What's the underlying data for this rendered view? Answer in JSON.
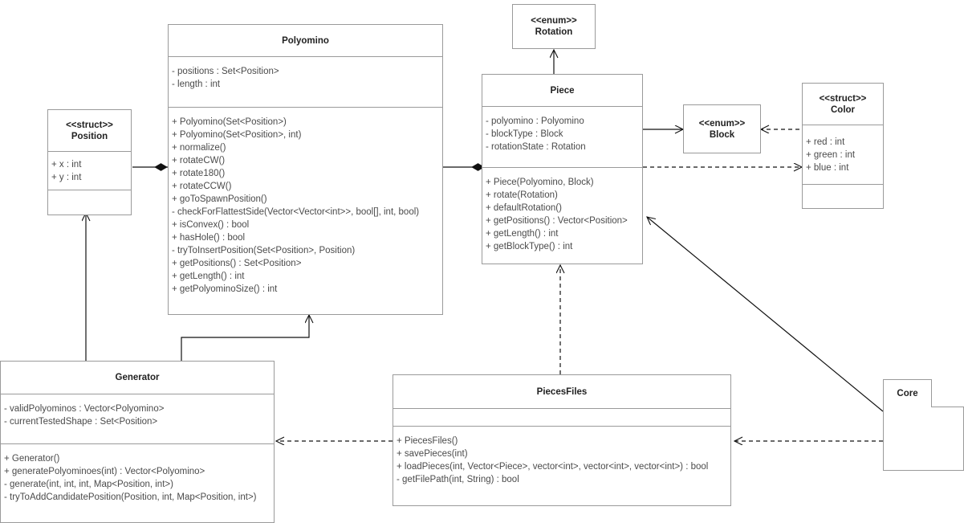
{
  "diagram": {
    "type": "uml-class-diagram",
    "background": "#ffffff",
    "border_color": "#9a9a9a",
    "text_color": "#4a4a4a",
    "title_color": "#222222"
  },
  "nodes": {
    "position": {
      "stereotype": "<<struct>>",
      "name": "Position",
      "attributes": [
        "+ x : int",
        "+ y : int"
      ],
      "operations": []
    },
    "polyomino": {
      "stereotype": "",
      "name": "Polyomino",
      "attributes": [
        "- positions : Set<Position>",
        "- length : int"
      ],
      "operations": [
        "+ Polyomino(Set<Position>)",
        "+ Polyomino(Set<Position>, int)",
        "+ normalize()",
        "+ rotateCW()",
        "+ rotate180()",
        "+ rotateCCW()",
        "+ goToSpawnPosition()",
        "- checkForFlattestSide(Vector<Vector<int>>, bool[], int, bool)",
        "+ isConvex() : bool",
        "+ hasHole() : bool",
        "- tryToInsertPosition(Set<Position>, Position)",
        "+ getPositions() : Set<Position>",
        "+ getLength() : int",
        "+ getPolyominoSize() : int"
      ]
    },
    "rotation": {
      "stereotype": "<<enum>>",
      "name": "Rotation",
      "attributes": [],
      "operations": []
    },
    "piece": {
      "stereotype": "",
      "name": "Piece",
      "attributes": [
        "- polyomino : Polyomino",
        "- blockType : Block",
        "- rotationState : Rotation"
      ],
      "operations": [
        "+ Piece(Polyomino, Block)",
        "+ rotate(Rotation)",
        "+ defaultRotation()",
        "+ getPositions() : Vector<Position>",
        "+ getLength() : int",
        "+ getBlockType() : int"
      ]
    },
    "block": {
      "stereotype": "<<enum>>",
      "name": "Block",
      "attributes": [],
      "operations": []
    },
    "color": {
      "stereotype": "<<struct>>",
      "name": "Color",
      "attributes": [
        "+ red : int",
        "+ green : int",
        "+ blue : int"
      ],
      "operations": []
    },
    "generator": {
      "stereotype": "",
      "name": "Generator",
      "attributes": [
        "- validPolyominos : Vector<Polyomino>",
        "- currentTestedShape : Set<Position>"
      ],
      "operations": [
        "+ Generator()",
        "+ generatePolyominoes(int) : Vector<Polyomino>",
        "- generate(int, int, int, Map<Position, int>)",
        "- tryToAddCandidatePosition(Position, int, Map<Position, int>)"
      ]
    },
    "piecesfiles": {
      "stereotype": "",
      "name": "PiecesFiles",
      "attributes": [],
      "operations": [
        "+ PiecesFiles()",
        "+ savePieces(int)",
        "+ loadPieces(int, Vector<Piece>, vector<int>, vector<int>, vector<int>) : bool",
        "- getFilePath(int, String) : bool"
      ]
    },
    "core": {
      "stereotype": "",
      "name": "Core",
      "attributes": [],
      "operations": []
    }
  },
  "edges": [
    {
      "name": "position-to-polyomino-composition",
      "kind": "composition",
      "from": "position",
      "to": "polyomino"
    },
    {
      "name": "polyomino-to-piece-composition",
      "kind": "composition",
      "from": "polyomino",
      "to": "piece"
    },
    {
      "name": "piece-to-rotation-association",
      "kind": "association",
      "from": "piece",
      "to": "rotation"
    },
    {
      "name": "piece-to-block-association",
      "kind": "association",
      "from": "piece",
      "to": "block"
    },
    {
      "name": "color-to-block-dependency",
      "kind": "dependency",
      "from": "color",
      "to": "block"
    },
    {
      "name": "piece-to-color-dependency",
      "kind": "dependency",
      "from": "piece",
      "to": "color"
    },
    {
      "name": "generator-to-position-association",
      "kind": "association",
      "from": "generator",
      "to": "position"
    },
    {
      "name": "generator-to-polyomino-association",
      "kind": "association",
      "from": "generator",
      "to": "polyomino"
    },
    {
      "name": "piecesfiles-to-generator-dependency",
      "kind": "dependency",
      "from": "piecesfiles",
      "to": "generator"
    },
    {
      "name": "piecesfiles-to-piece-dependency",
      "kind": "dependency",
      "from": "piecesfiles",
      "to": "piece"
    },
    {
      "name": "core-to-piecesfiles-dependency",
      "kind": "dependency",
      "from": "core",
      "to": "piecesfiles"
    },
    {
      "name": "core-to-piece-association",
      "kind": "association",
      "from": "core",
      "to": "piece"
    }
  ]
}
